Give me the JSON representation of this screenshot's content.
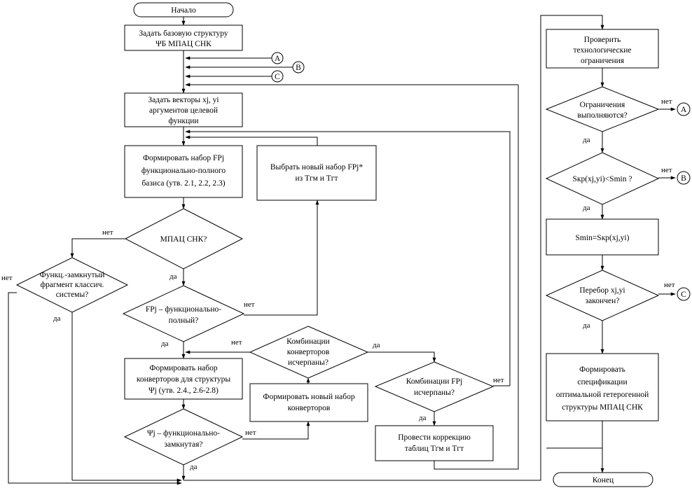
{
  "nodes": {
    "start": "Начало",
    "set_base": [
      "Задать базовую структуру",
      "ΨБ МПАЦ СНК"
    ],
    "set_vectors": [
      "Задать векторы xj, yi",
      "аргументов целевой",
      "функции"
    ],
    "form_fp": [
      "Формировать набор FPj",
      "функционально-полного",
      "базиса (утв. 2.1, 2.2, 2.3)"
    ],
    "choose_new": [
      "Выбрать новый набор FPj*",
      "из Тгм и Тгт"
    ],
    "mpac": "МПАЦ СНК?",
    "func_closed": [
      "Функц.-замкнутый",
      "фрагмент классич.",
      "системы?"
    ],
    "fp_full": [
      "FPj – функционально-",
      "полный?"
    ],
    "combos_conv": [
      "Комбинации",
      "конверторов",
      "исчерпаны?"
    ],
    "form_conv": [
      "Формировать набор",
      "конверторов для структуры",
      "Ψj (утв. 2.4., 2.6-2.8)"
    ],
    "new_conv": [
      "Формировать новый набор",
      "конверторов"
    ],
    "combos_fp": [
      "Комбинации FPj",
      "исчерпаны?"
    ],
    "psi_closed": [
      "Ψj – функционально-",
      "замкнутая?"
    ],
    "correct": [
      "Провести коррекцию",
      "таблиц Тгм и Тгт"
    ],
    "check_tech": [
      "Проверить",
      "технологические",
      "ограничения"
    ],
    "limits_ok": [
      "Ограничения",
      "выполняются?"
    ],
    "skr_less": "Sкр(xj,yi)<Smin ?",
    "smin_set": "Smin=Sкр(xj,yi)",
    "enum_done": [
      "Перебор xj,yi",
      "закончен?"
    ],
    "form_spec": [
      "Формировать",
      "спецификации",
      "оптимальной гетерогенной",
      "структуры МПАЦ СНК"
    ],
    "end": "Конец"
  },
  "connectors": {
    "a": "A",
    "b": "B",
    "c": "C"
  },
  "labels": {
    "yes": "да",
    "no": "нет"
  }
}
